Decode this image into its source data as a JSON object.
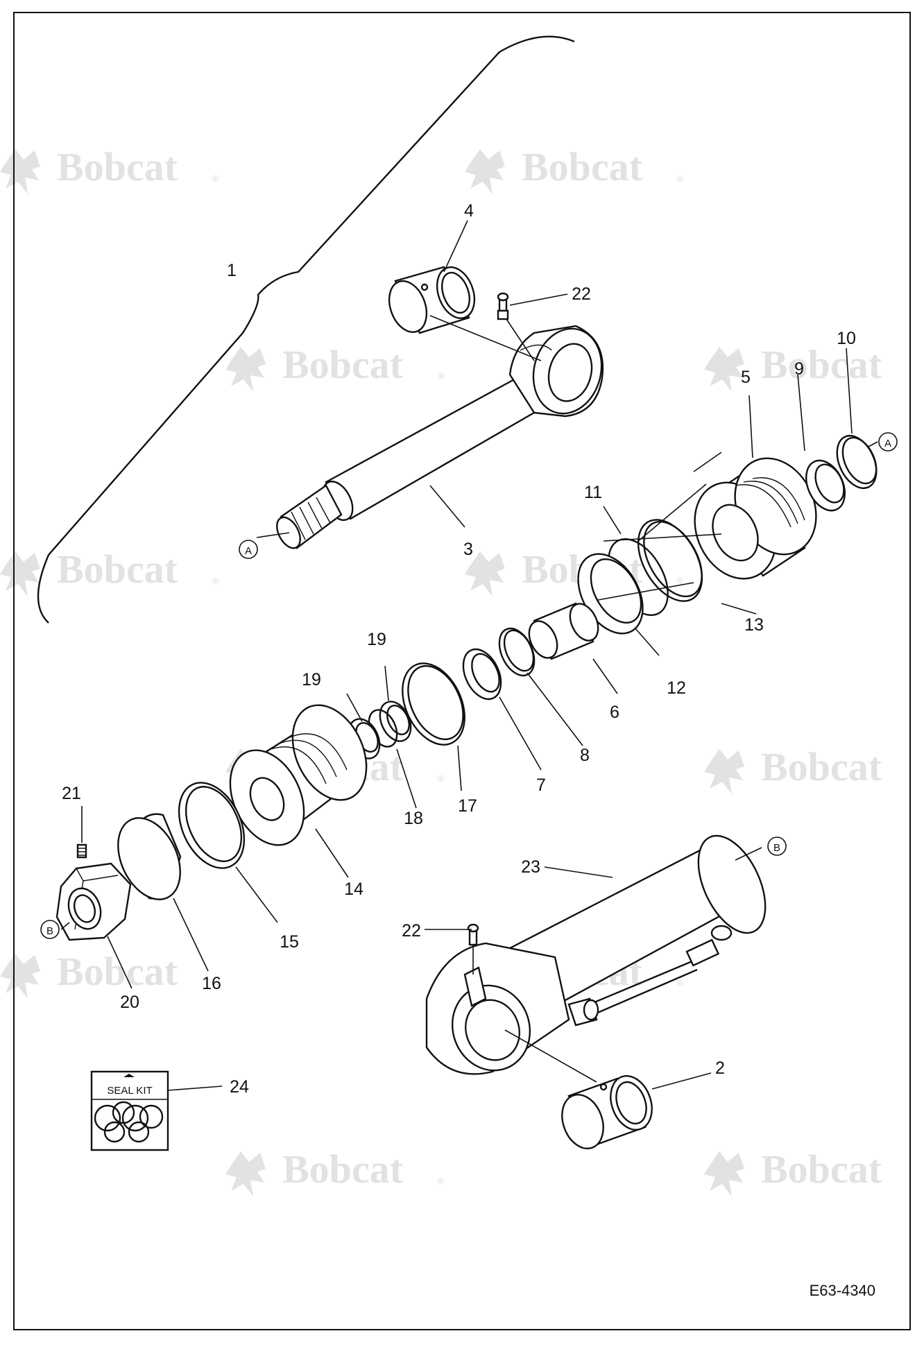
{
  "watermark": {
    "text": "Bobcat",
    "mark": "®"
  },
  "drawing_code": "E63-4340",
  "seal_kit_label": "SEAL KIT",
  "connector_labels": {
    "a": "A",
    "b": "B"
  },
  "callouts": {
    "c1": "1",
    "c2": "2",
    "c3": "3",
    "c4": "4",
    "c5": "5",
    "c6": "6",
    "c7": "7",
    "c8": "8",
    "c9": "9",
    "c10": "10",
    "c11": "11",
    "c12": "12",
    "c13": "13",
    "c14": "14",
    "c15": "15",
    "c16": "16",
    "c17": "17",
    "c18": "18",
    "c19a": "19",
    "c19b": "19",
    "c20": "20",
    "c21": "21",
    "c22a": "22",
    "c22b": "22",
    "c23": "23",
    "c24": "24"
  }
}
